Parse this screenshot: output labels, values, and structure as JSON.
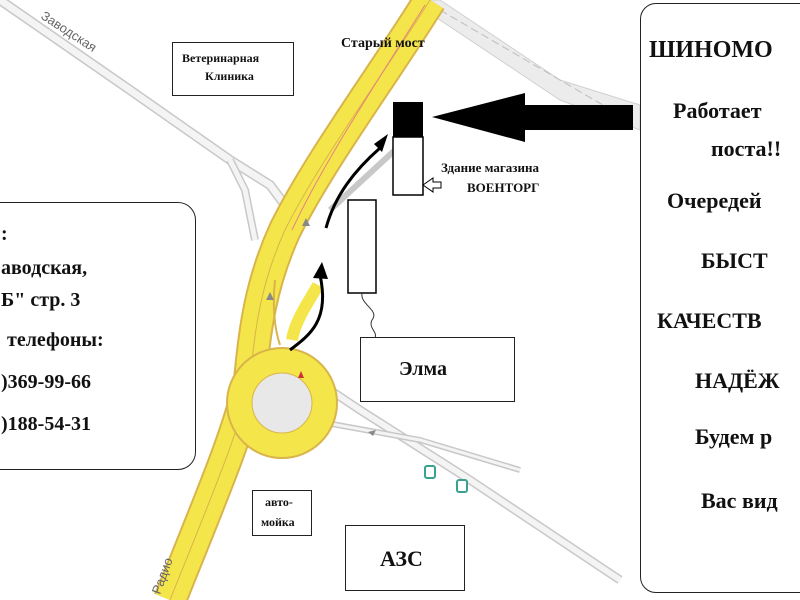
{
  "streets": {
    "zavodskaya": "Заводская",
    "radio": "Радио"
  },
  "landmarks": {
    "vet_line1": "Ветеринарная",
    "vet_line2": "Клиника",
    "old_bridge": "Старый мост",
    "store_line1": "Здание магазина",
    "store_line2": "ВОЕНТОРГ",
    "elma": "Элма",
    "carwash_line1": "авто-",
    "carwash_line2": "мойка",
    "gas": "АЗС"
  },
  "contact_box": {
    "line1": ":",
    "line2": "аводская,",
    "line3": "Б\" стр. 3",
    "line4": "телефоны:",
    "phone1": ")369-99-66",
    "phone2": ")188-54-31"
  },
  "ad_box": {
    "title": "ШИНОМО",
    "line1": "Работает",
    "line2": "поста!!",
    "line3": "Очередей",
    "line4": "БЫСТ",
    "line5": "КАЧЕСТВ",
    "line6": "НАДЁЖ",
    "line7": "Будем р",
    "line8": "Вас вид"
  },
  "colors": {
    "road_yellow": "#f4e64a",
    "road_outline": "#d9b44a",
    "street_gray": "#c8c8c8",
    "arrow_black": "#000000"
  }
}
